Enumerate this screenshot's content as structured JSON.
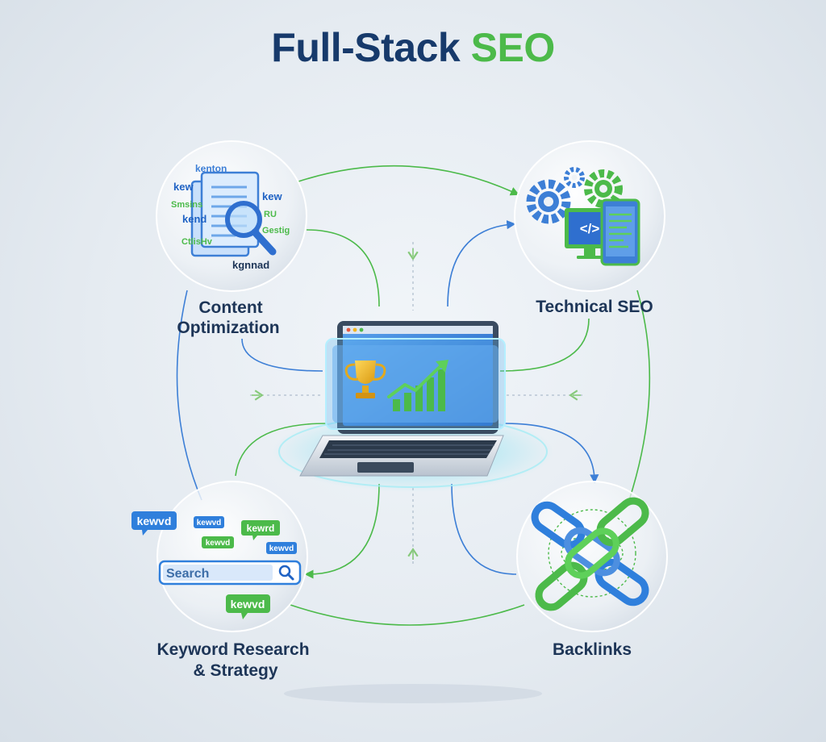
{
  "title": {
    "part1": "Full-Stack ",
    "part2": "SEO"
  },
  "colors": {
    "navy": "#173a6b",
    "green": "#4cba4a",
    "blue": "#3d7fd6"
  },
  "nodes": {
    "content": {
      "label_line1": "Content",
      "label_line2": "Optimization",
      "keywords": [
        "kenton",
        "kew",
        "Smsins",
        "kend",
        "kew",
        "RU",
        "Gestig",
        "CtlisHv",
        "kgnnad"
      ]
    },
    "technical": {
      "label": "Technical SEO",
      "code_glyph": "</>"
    },
    "keyword": {
      "label_line1": "Keyword Research",
      "label_line2": "& Strategy",
      "search_placeholder": "Search",
      "tags": [
        "kewvd",
        "kewvd",
        "kewrd",
        "kewvd",
        "kewvd",
        "kewvd"
      ]
    },
    "backlinks": {
      "label": "Backlinks"
    }
  },
  "center": {
    "icons": [
      "laptop-icon",
      "trophy-icon",
      "growth-chart-icon"
    ]
  }
}
